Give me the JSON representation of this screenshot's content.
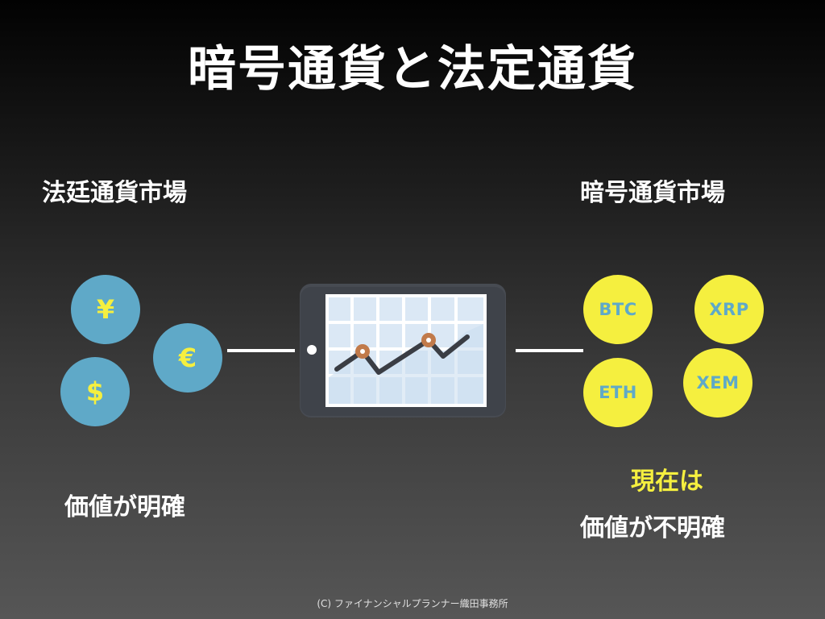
{
  "slide": {
    "title": "暗号通貨と法定通貨",
    "left_market_label": "法廷通貨市場",
    "right_market_label": "暗号通貨市場",
    "left_value_text": "価値が明確",
    "right_status_text": "現在は",
    "right_value_text": "価値が不明確",
    "footer": "(C) ファイナンシャルプランナー織田事務所"
  },
  "fiat_currencies": [
    {
      "symbol": "¥"
    },
    {
      "symbol": "€"
    },
    {
      "symbol": "$"
    }
  ],
  "crypto_currencies": [
    {
      "symbol": "BTC"
    },
    {
      "symbol": "XRP"
    },
    {
      "symbol": "ETH"
    },
    {
      "symbol": "XEM"
    }
  ],
  "colors": {
    "fiat_coin": "#5fa9c8",
    "crypto_coin": "#f5ef3f",
    "highlight_text": "#f5ef3f",
    "tablet_body": "#474b52",
    "screen": "#dbe8f5",
    "chart_marker": "#c17a4a"
  },
  "icons": {
    "center": "tablet-chart-icon"
  }
}
